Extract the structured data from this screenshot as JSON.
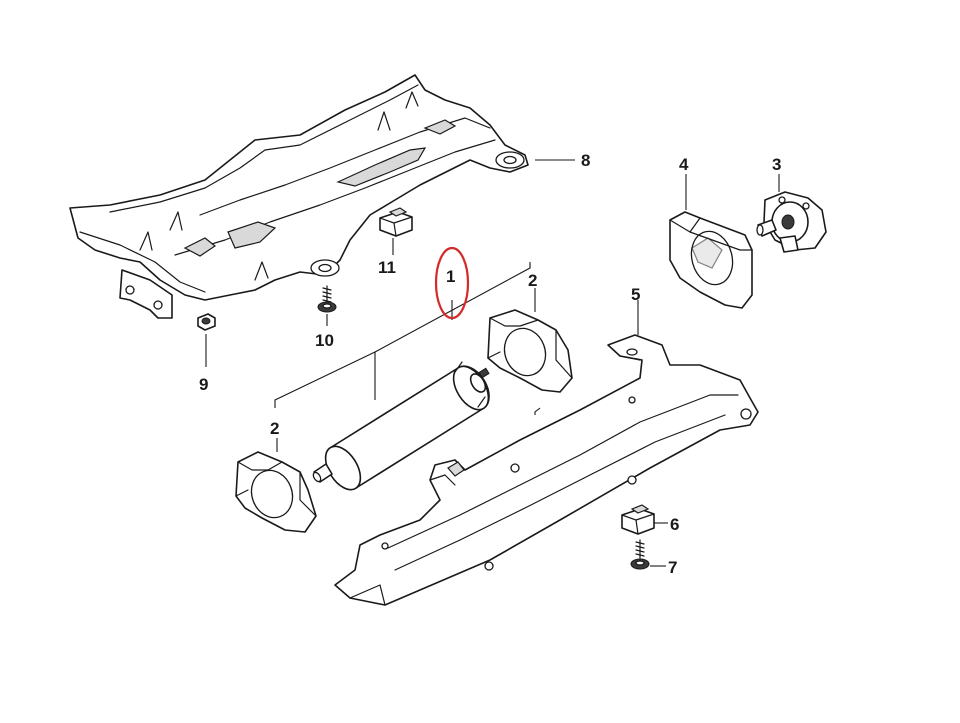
{
  "callouts": {
    "c1": "1",
    "c2a": "2",
    "c2b": "2",
    "c3": "3",
    "c4": "4",
    "c5": "5",
    "c6": "6",
    "c7": "7",
    "c8": "8",
    "c9": "9",
    "c10": "10",
    "c11": "11"
  },
  "highlight": {
    "part": "1",
    "color": "#d42a2a"
  },
  "colors": {
    "line": "#1a1a1a",
    "background": "#ffffff",
    "highlight": "#d42a2a"
  }
}
